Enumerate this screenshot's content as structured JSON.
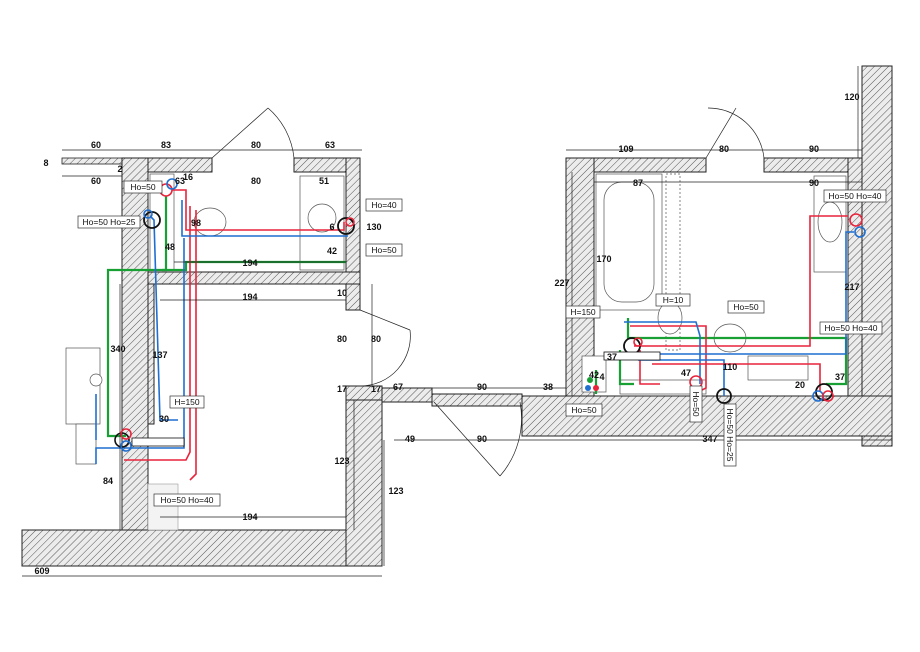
{
  "dims": [
    "60",
    "83",
    "80",
    "63",
    "8",
    "60",
    "2",
    "80",
    "51",
    "16",
    "63",
    "98",
    "48",
    "130",
    "6",
    "42",
    "194",
    "194",
    "10",
    "80",
    "80",
    "340",
    "137",
    "30",
    "17",
    "17",
    "123",
    "84",
    "194",
    "123",
    "609",
    "109",
    "80",
    "90",
    "87",
    "90",
    "170",
    "227",
    "120",
    "217",
    "37",
    "42",
    "4",
    "110",
    "47",
    "20",
    "37",
    "67",
    "90",
    "38",
    "49",
    "90",
    "347"
  ],
  "tags": [
    "Hо=50",
    "Hо=50 Hо=25",
    "Hо=40",
    "Hо=50",
    "H=150",
    "Hо=50 Hо=40",
    "H=150",
    "H=10",
    "Hо=50",
    "Hо=50 Hо=40",
    "Hо=50 Hо=40",
    "Hо=50",
    "Hо=50",
    "Hо=50 Hо=25"
  ]
}
